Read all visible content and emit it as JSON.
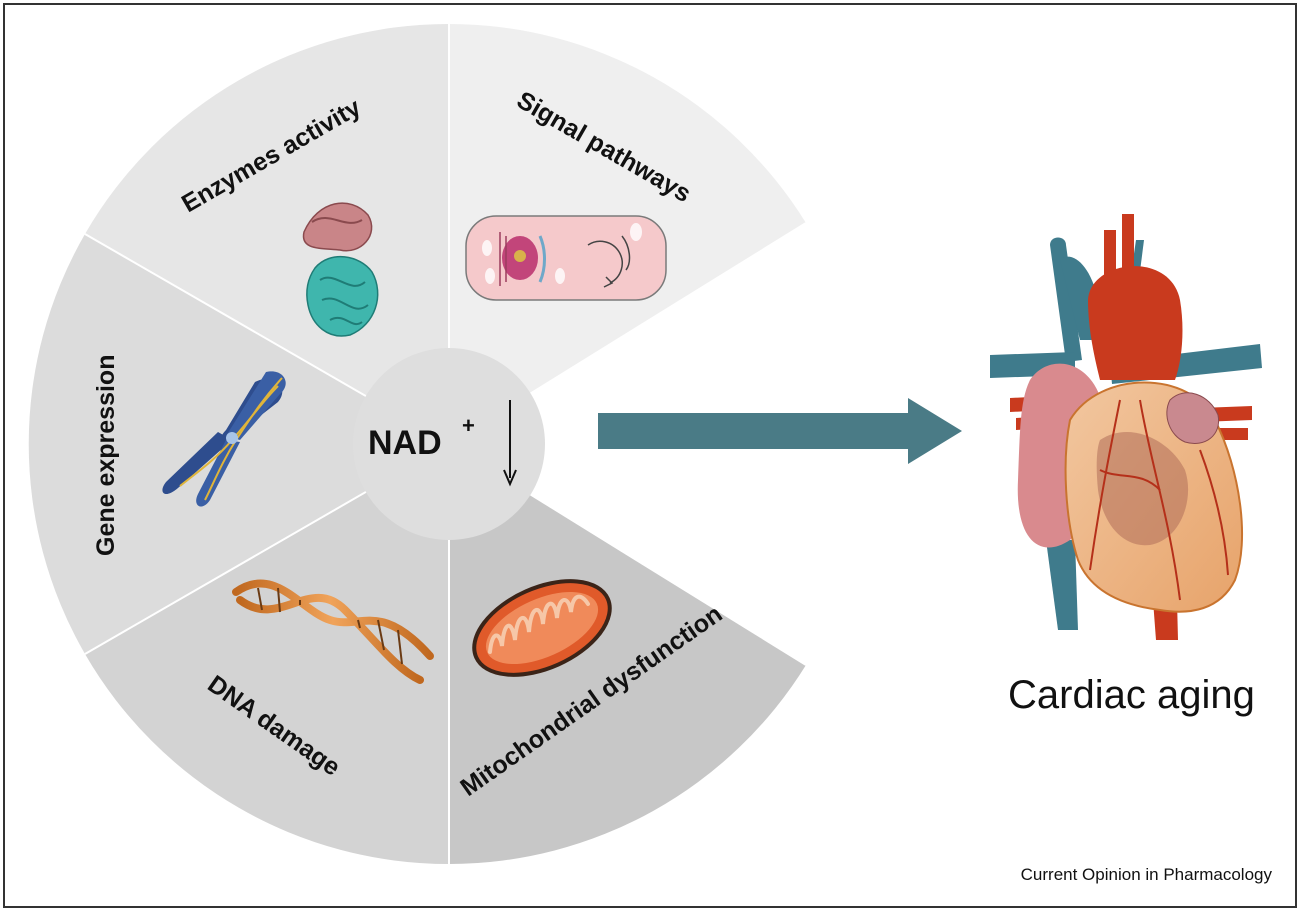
{
  "center": {
    "label": "NAD",
    "superscript": "+"
  },
  "segments": [
    {
      "label": "Enzymes activity",
      "icon": "protein-structure-icon",
      "fill": "#e6e6e6"
    },
    {
      "label": "Signal pathways",
      "icon": "cell-signaling-icon",
      "fill": "#efefef"
    },
    {
      "label": "Gene expression",
      "icon": "chromosome-icon",
      "fill": "#dcdcdc"
    },
    {
      "label": "DNA damage",
      "icon": "dna-helix-icon",
      "fill": "#d3d3d3"
    },
    {
      "label": "Mitochondrial dysfunction",
      "icon": "mitochondrion-icon",
      "fill": "#c7c7c7"
    }
  ],
  "outcome": {
    "label": "Cardiac aging",
    "icon": "heart-icon"
  },
  "credit": "Current Opinion in Pharmacology",
  "colors": {
    "arrow": "#4a7b86",
    "frame": "#333333"
  }
}
